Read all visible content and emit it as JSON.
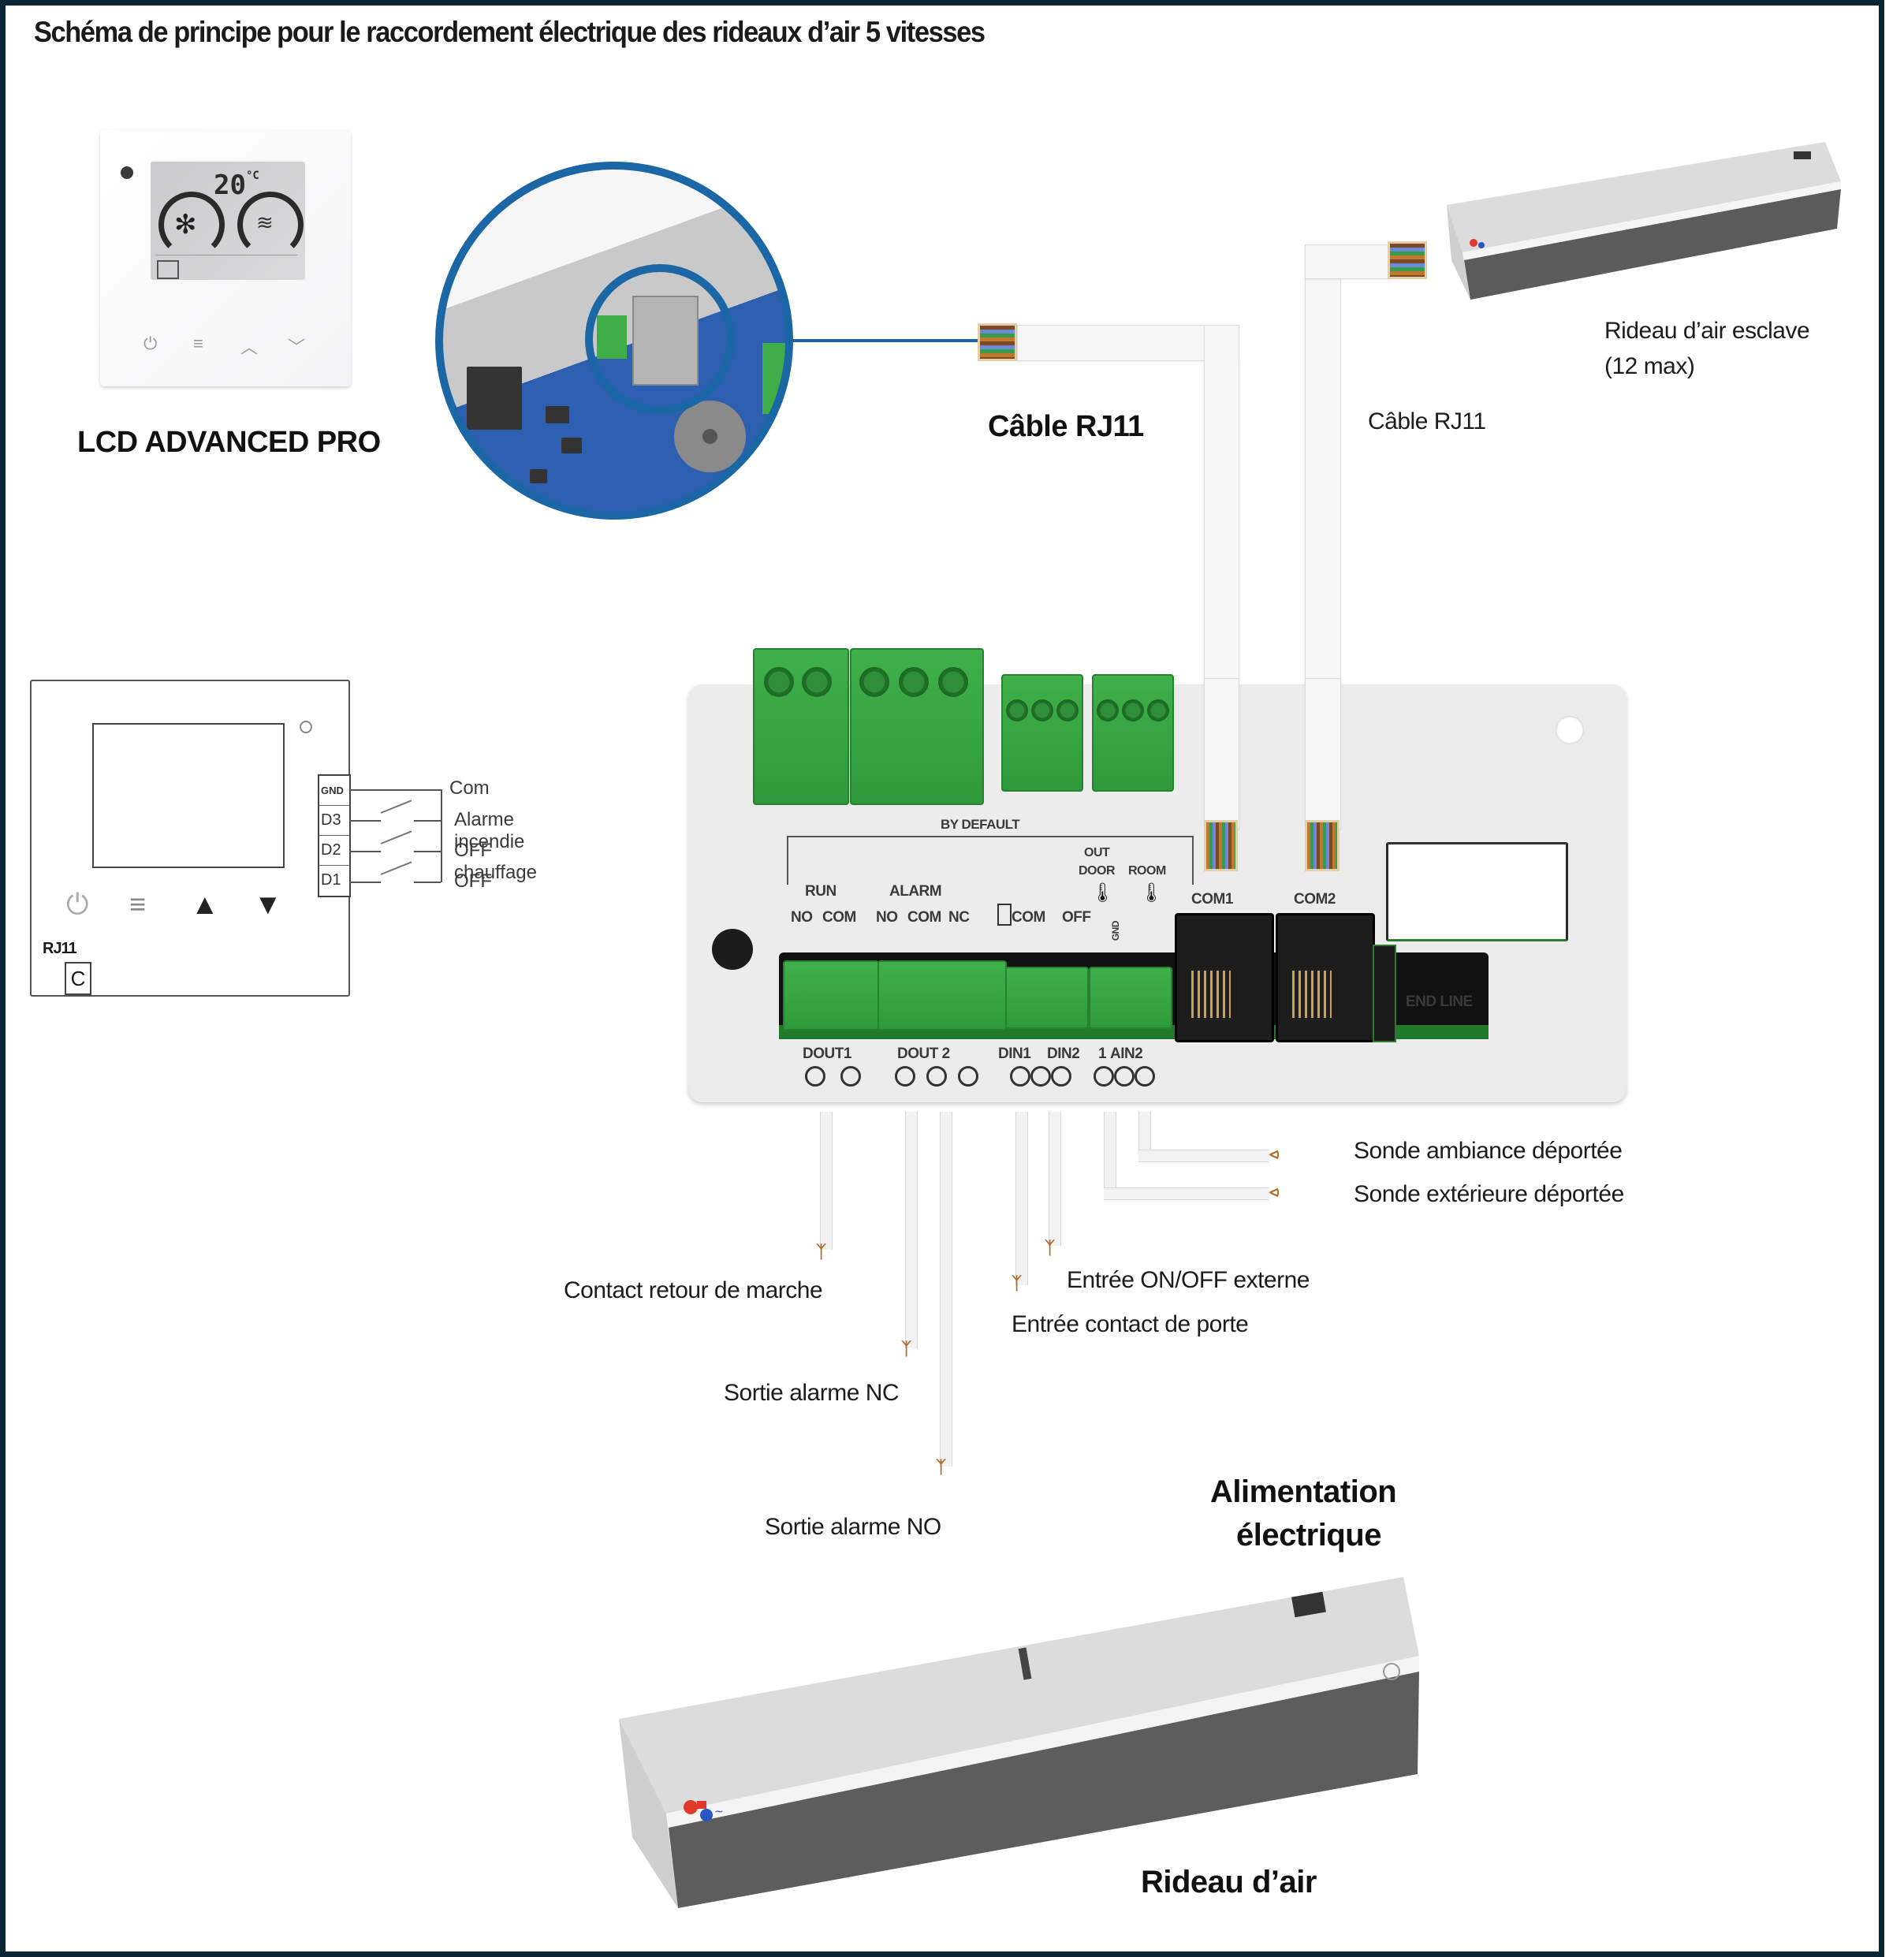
{
  "title": "Schéma de principe pour le raccordement électrique des rideaux d’air 5 vitesses",
  "thermostat": {
    "label": "LCD ADVANCED PRO",
    "display_temp": "20",
    "display_unit": "°C",
    "buttons": [
      "power",
      "menu",
      "up",
      "down"
    ],
    "button_glyphs": [
      "⏻",
      "≡",
      "︿",
      "﹀"
    ]
  },
  "schema": {
    "terminals": [
      "GND",
      "D3",
      "D2",
      "D1"
    ],
    "wire_labels": [
      "Com",
      "Alarme incendie",
      "OFF chauffage",
      "OFF"
    ],
    "connector_label": "RJ11",
    "connector_letter": "C",
    "button_glyphs": [
      "⏻",
      "≡",
      "▲",
      "▼"
    ]
  },
  "cables": {
    "main_cable_label": "Câble RJ11",
    "slave_cable_label": "Câble RJ11"
  },
  "slave_curtain": {
    "label_line1": "Rideau d’air esclave",
    "label_line2": "(12 max)"
  },
  "board": {
    "by_default": "BY DEFAULT",
    "run": "RUN",
    "alarm": "ALARM",
    "run_pins": [
      "NO",
      "COM"
    ],
    "alarm_pins": [
      "NO",
      "COM",
      "NC"
    ],
    "din_pins": [
      "COM",
      "OFF"
    ],
    "out_label": "OUT",
    "door_label": "DOOR",
    "room_label": "ROOM",
    "gnd_label": "GND",
    "com1": "COM1",
    "com2": "COM2",
    "end_line": "END LINE",
    "bottom_groups": [
      "DOUT1",
      "DOUT 2",
      "DIN1",
      "DIN2",
      "1",
      "AIN2"
    ]
  },
  "wires": {
    "run_contact": "Contact retour de marche",
    "alarm_nc": "Sortie alarme NC",
    "alarm_no": "Sortie alarme NO",
    "onoff_input": "Entrée ON/OFF externe",
    "door_input": "Entrée contact de porte",
    "room_probe": "Sonde ambiance déportée",
    "outdoor_probe": "Sonde extérieure déportée"
  },
  "power": {
    "line1": "Alimentation",
    "line2": "électrique"
  },
  "main_curtain": {
    "label": "Rideau d’air"
  },
  "colors": {
    "frame": "#0b2535",
    "accent_blue": "#1b67a6",
    "terminal_green": "#3fb04a"
  }
}
